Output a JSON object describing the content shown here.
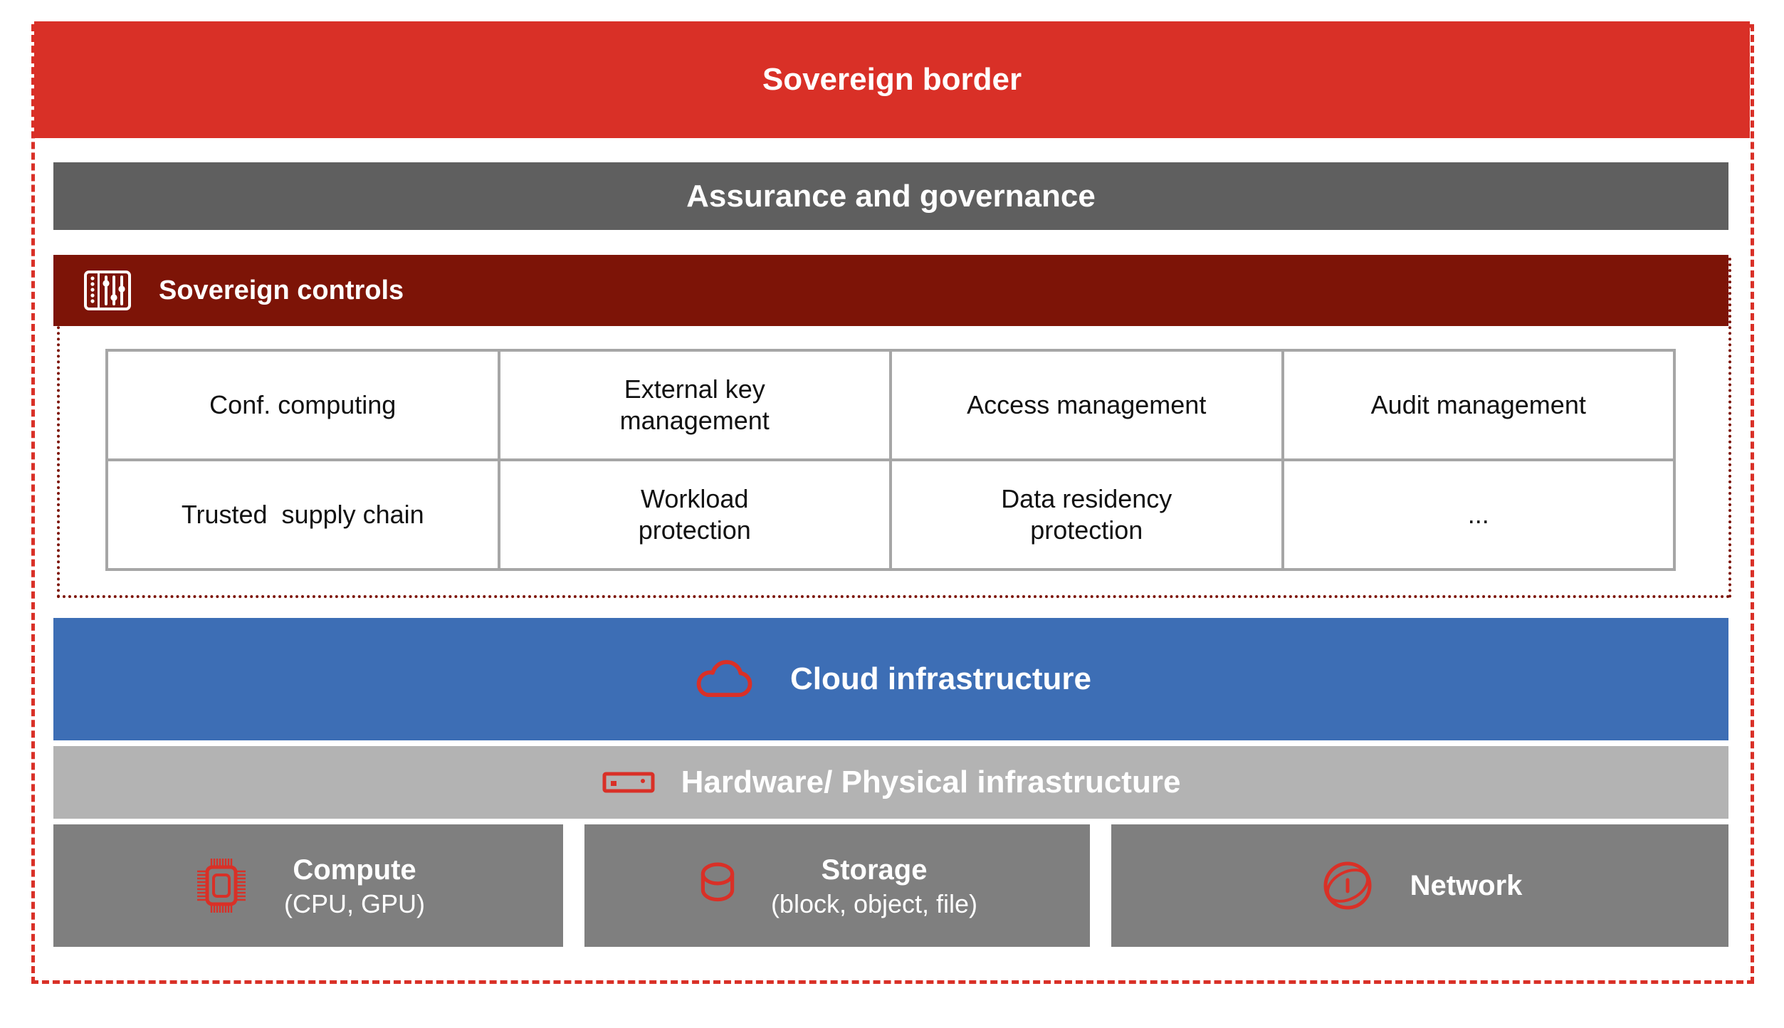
{
  "colors": {
    "brand_red": "#D93027",
    "dark_red": "#7D1407",
    "blue": "#3D6EB5",
    "dark_gray": "#5F5F5F",
    "light_gray": "#B3B3B3",
    "box_gray": "#7F7F7F",
    "grid_line_gray": "#A6A6A6"
  },
  "layers": {
    "sovereign_border": {
      "label": "Sovereign border"
    },
    "assurance": {
      "label": "Assurance and governance"
    },
    "sovereign_controls": {
      "label": "Sovereign controls",
      "icon": "sliders-icon"
    },
    "cloud": {
      "label": "Cloud infrastructure",
      "icon": "cloud-icon"
    },
    "hardware": {
      "label": "Hardware/ Physical infrastructure",
      "icon": "server-icon"
    }
  },
  "controls_grid": {
    "rows": [
      [
        "Conf. computing",
        "External key\nmanagement",
        "Access management",
        "Audit management"
      ],
      [
        "Trusted  supply chain",
        "Workload\nprotection",
        "Data residency\nprotection",
        "..."
      ]
    ]
  },
  "foundation": {
    "boxes": [
      {
        "title": "Compute",
        "subtitle": "(CPU, GPU)",
        "icon": "chip-icon"
      },
      {
        "title": "Storage",
        "subtitle": "(block, object, file)",
        "icon": "storage-icon"
      },
      {
        "title": "Network",
        "subtitle": "",
        "icon": "network-icon"
      }
    ]
  }
}
